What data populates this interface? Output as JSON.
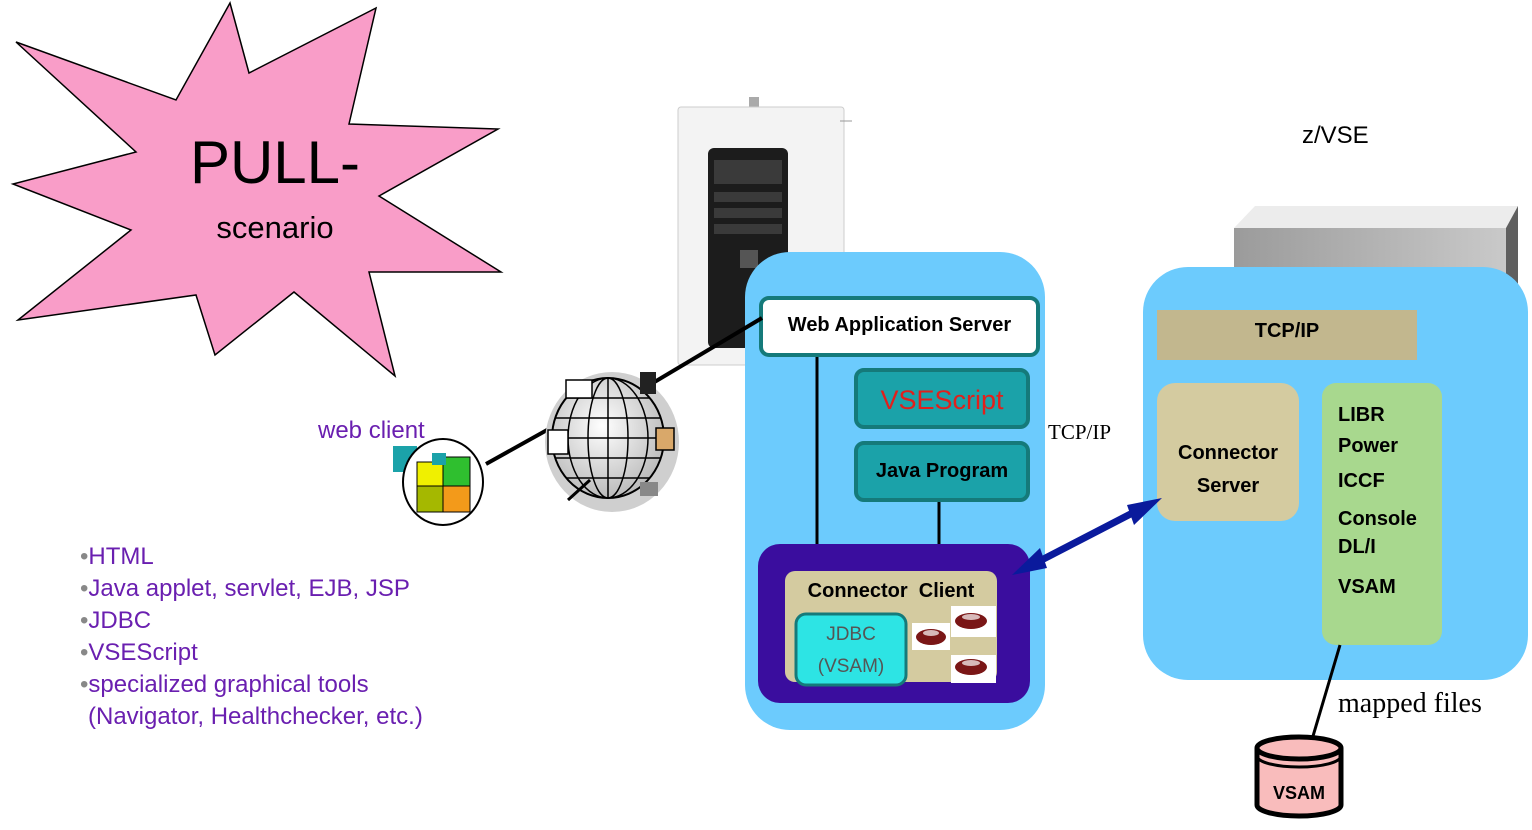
{
  "burst": {
    "title": "PULL-",
    "subtitle": "scenario",
    "fill": "#f99dc8"
  },
  "mainframe": {
    "label": "z/VSE"
  },
  "web_client": {
    "label": "web client"
  },
  "middle_server": {
    "web_app_server": "Web Application Server",
    "vsescript": "VSEScript",
    "java_program": "Java Program",
    "connector_client": "Connector  Client",
    "jdbc_line1": "JDBC",
    "jdbc_line2": "(VSAM)"
  },
  "link_label": "TCP/IP",
  "vse_box": {
    "tcpip": "TCP/IP",
    "connector_server_line1": "Connector",
    "connector_server_line2": "Server",
    "resources": [
      "LIBR",
      "Power",
      "ICCF",
      "Console",
      "DL/I",
      "VSAM"
    ]
  },
  "storage": {
    "caption": "mapped files",
    "label": "VSAM"
  },
  "bullets": {
    "marker": "•",
    "items": [
      "HTML",
      "Java applet, servlet, EJB, JSP",
      "JDBC",
      "VSEScript",
      "specialized graphical tools"
    ],
    "continuation": "(Navigator, Healthchecker, etc.)"
  },
  "colors": {
    "light_blue": "#6ccbfd",
    "teal": "#1ba2a9",
    "teal_border": "#157a7a",
    "tan": "#d4cba0",
    "olive": "#c2b78e",
    "green": "#a8d88e",
    "dark_purple": "#3a0d9e",
    "arrow_blue": "#0a1a9c",
    "vsam_pink": "#f9bcbc",
    "purple_text": "#6a1fb0",
    "red_text": "#e0201c"
  }
}
